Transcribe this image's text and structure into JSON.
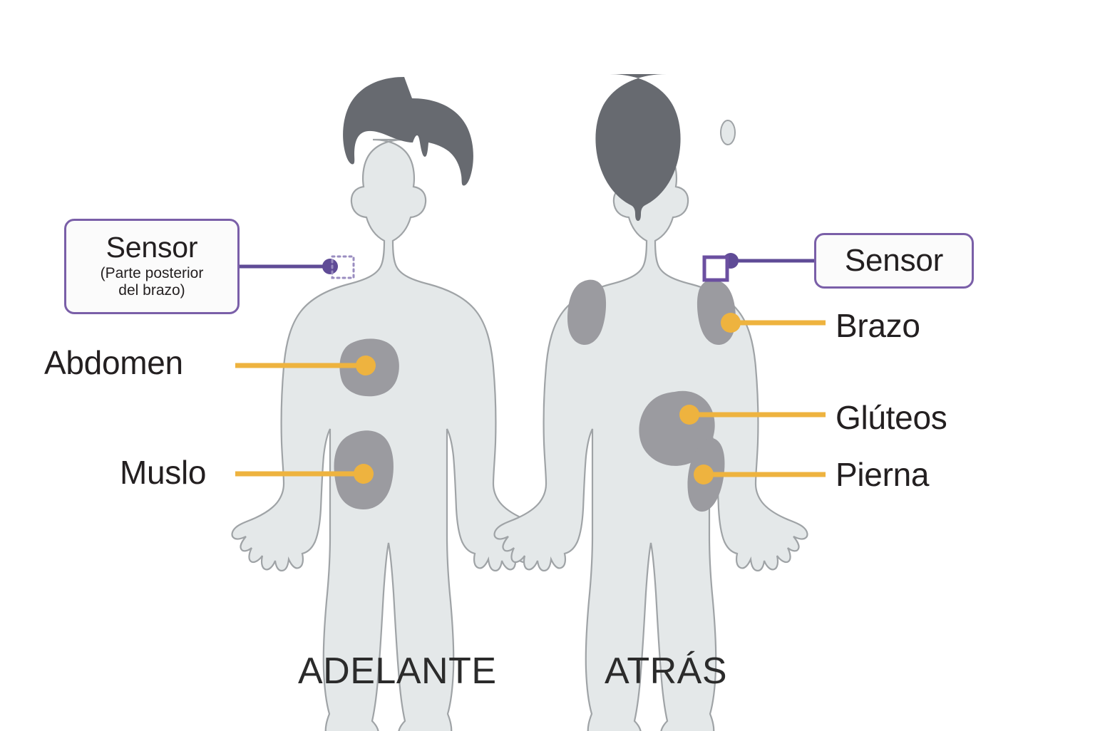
{
  "diagram": {
    "type": "body-site-map",
    "subject": "toddler",
    "views": [
      {
        "id": "front",
        "caption": "ADELANTE"
      },
      {
        "id": "back",
        "caption": "ATRÁS"
      }
    ]
  },
  "callouts": [
    {
      "id": "sensor-front",
      "title": "Sensor",
      "subtitle": "(Parte posterior\ndel brazo)",
      "subtitle_line1": "(Parte posterior",
      "subtitle_line2": "del brazo)",
      "marker": "dashed-square",
      "view": "front"
    },
    {
      "id": "sensor-back",
      "title": "Sensor",
      "marker": "solid-square",
      "view": "back"
    }
  ],
  "site_labels": [
    {
      "id": "abdomen",
      "label": "Abdomen",
      "view": "front"
    },
    {
      "id": "muslo",
      "label": "Muslo",
      "view": "front"
    },
    {
      "id": "brazo",
      "label": "Brazo",
      "view": "back"
    },
    {
      "id": "gluteos",
      "label": "Glúteos",
      "view": "back"
    },
    {
      "id": "pierna",
      "label": "Pierna",
      "view": "back"
    }
  ],
  "colors": {
    "background": "#ffffff",
    "body_fill": "#e4e8e9",
    "body_outline": "#9fa3a6",
    "hair": "#676a70",
    "site_patch": "#9b9ba0",
    "leader_amber": "#eeb33f",
    "leader_purple": "#5f4b96",
    "callout_border": "#7a5fa8",
    "callout_fill": "#fbfbfb",
    "text": "#231f20"
  }
}
